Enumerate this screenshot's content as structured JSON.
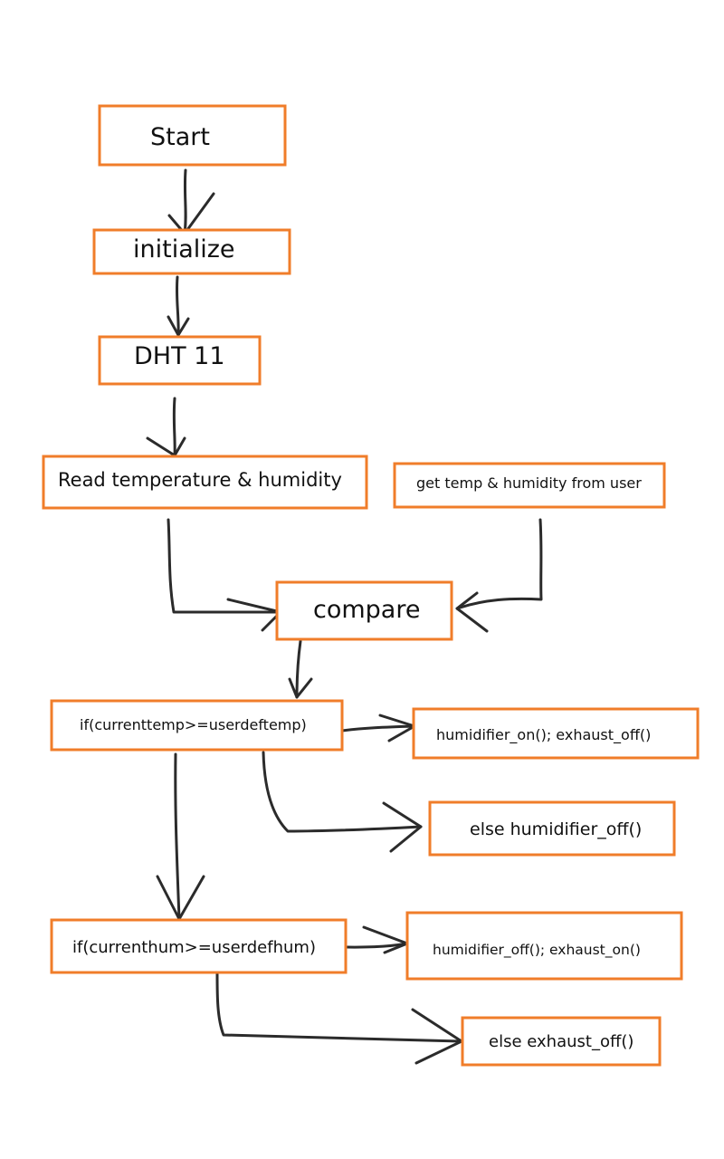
{
  "diagram": {
    "colors": {
      "box_border": "#F07D2A",
      "arrow": "#2B2B2B",
      "text": "#111111",
      "background": "#FFFFFF"
    },
    "nodes": {
      "start": "Start",
      "initialize": "initialize",
      "dht11": "DHT 11",
      "read": "Read temperature & humidity",
      "user_input": "get temp & humidity from user",
      "compare": "compare",
      "if_temp": "if(currenttemp>=userdeftemp)",
      "temp_true": "humidifier_on(); exhaust_off()",
      "temp_else": "else humidifier_off()",
      "if_hum": "if(currenthum>=userdefhum)",
      "hum_true": "humidifier_off(); exhaust_on()",
      "hum_else": "else exhaust_off()"
    }
  }
}
